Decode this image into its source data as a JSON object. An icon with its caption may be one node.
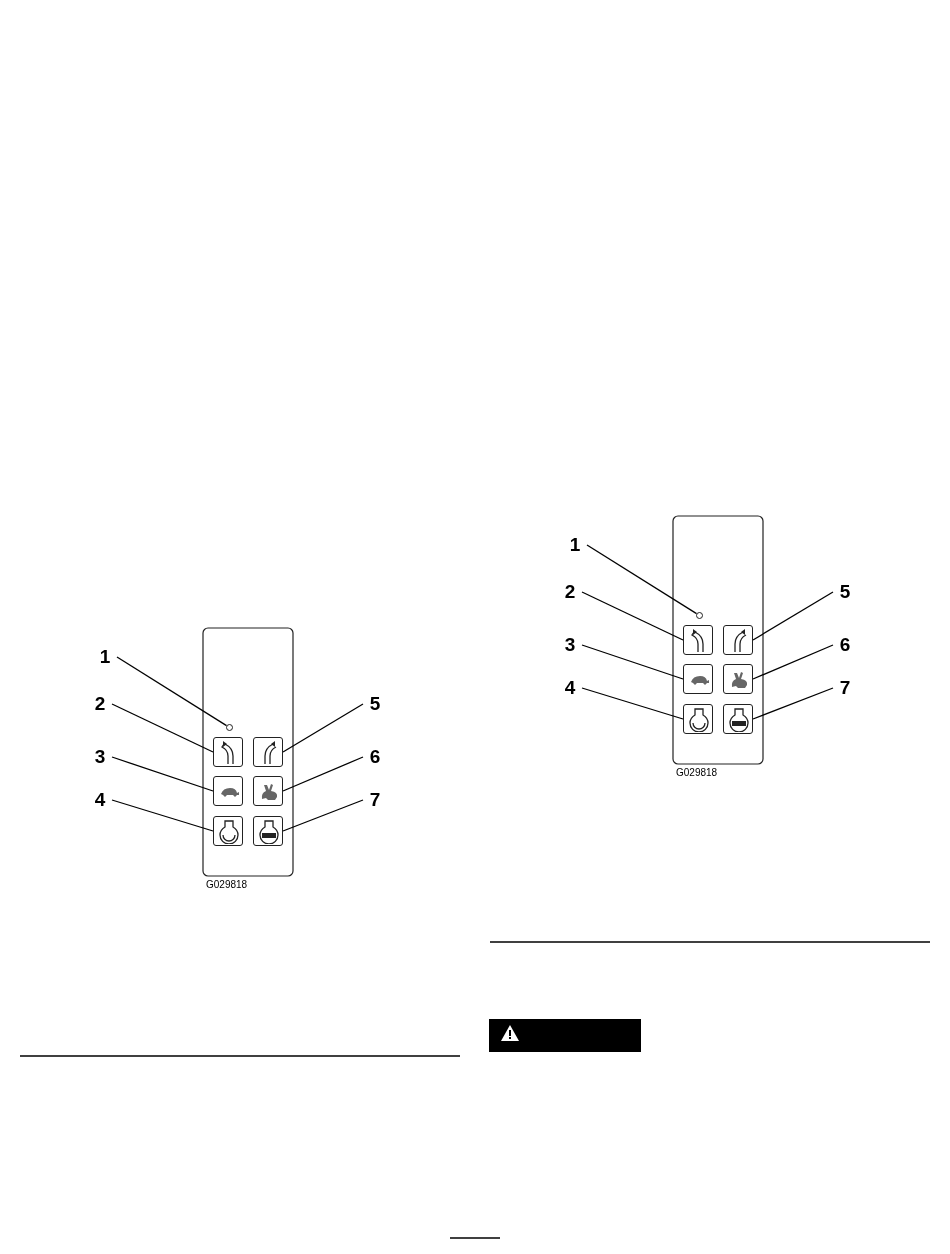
{
  "diagram": {
    "nodes": [
      {
        "text": [
          "1"
        ]
      },
      {
        "text": [
          "2"
        ]
      },
      {
        "text": [
          "3"
        ]
      },
      {
        "text": [
          "4"
        ]
      },
      {
        "text": [
          "5"
        ]
      },
      {
        "text": [
          "6"
        ]
      },
      {
        "text": [
          "7"
        ]
      },
      {
        "text": [],
        "shape": "circle"
      },
      {
        "text": [],
        "shape": "box"
      },
      {
        "text": [],
        "shape": "box"
      },
      {
        "text": [],
        "shape": "box"
      },
      {
        "text": [],
        "shape": "box"
      },
      {
        "text": [],
        "shape": "box"
      },
      {
        "text": [],
        "shape": "box"
      },
      {
        "text": [
          "1"
        ]
      },
      {
        "text": [
          "2"
        ]
      },
      {
        "text": [
          "3"
        ]
      },
      {
        "text": [
          "4"
        ]
      },
      {
        "text": [
          "5"
        ]
      },
      {
        "text": [
          "6"
        ]
      },
      {
        "text": [
          "7"
        ]
      },
      {
        "text": [],
        "shape": "circle"
      },
      {
        "text": [],
        "shape": "box"
      },
      {
        "text": [],
        "shape": "box"
      },
      {
        "text": [],
        "shape": "box"
      },
      {
        "text": [],
        "shape": "box"
      },
      {
        "text": [],
        "shape": "box"
      },
      {
        "text": [],
        "shape": "box"
      }
    ],
    "edges": [
      {
        "from": 0,
        "to": 7,
        "arrow": "none"
      },
      {
        "from": 1,
        "to": 8,
        "arrow": "none"
      },
      {
        "from": 2,
        "to": 9,
        "arrow": "none"
      },
      {
        "from": 3,
        "to": 10,
        "arrow": "none"
      },
      {
        "from": 4,
        "to": 11,
        "arrow": "none"
      },
      {
        "from": 5,
        "to": 12,
        "arrow": "none"
      },
      {
        "from": 6,
        "to": 13,
        "arrow": "none"
      },
      {
        "from": 14,
        "to": 21,
        "arrow": "none"
      },
      {
        "from": 15,
        "to": 22,
        "arrow": "none"
      },
      {
        "from": 16,
        "to": 23,
        "arrow": "none"
      },
      {
        "from": 17,
        "to": 24,
        "arrow": "none"
      },
      {
        "from": 18,
        "to": 25,
        "arrow": "none"
      },
      {
        "from": 19,
        "to": 26,
        "arrow": "none"
      },
      {
        "from": 20,
        "to": 27,
        "arrow": "none"
      }
    ],
    "labels": [
      "G029818",
      "G029818"
    ]
  }
}
